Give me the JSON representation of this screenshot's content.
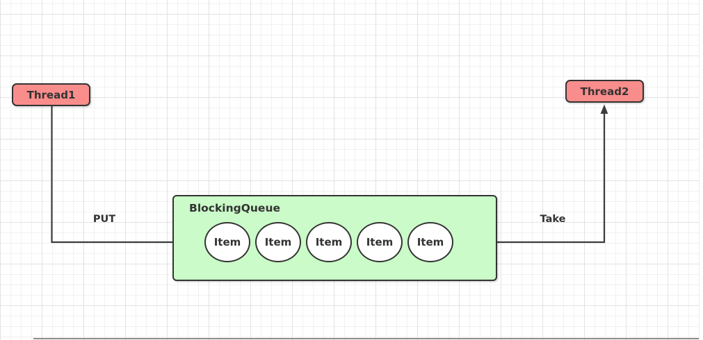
{
  "diagram": {
    "nodes": {
      "thread1": {
        "label": "Thread1",
        "fill": "#F98D8B"
      },
      "thread2": {
        "label": "Thread2",
        "fill": "#F98D8B"
      },
      "blocking_queue": {
        "label": "BlockingQueue",
        "fill": "#CAFBC8",
        "items": [
          {
            "label": "Item"
          },
          {
            "label": "Item"
          },
          {
            "label": "Item"
          },
          {
            "label": "Item"
          },
          {
            "label": "Item"
          }
        ]
      }
    },
    "edges": {
      "put": {
        "label": "PUT"
      },
      "take": {
        "label": "Take"
      }
    },
    "colors": {
      "node_border": "#333333",
      "edge_stroke": "#3d3d3d",
      "text": "#333333",
      "item_fill": "#ffffff",
      "grid_minor": "#f1f1f1",
      "grid_major": "#e2e2e2"
    }
  }
}
